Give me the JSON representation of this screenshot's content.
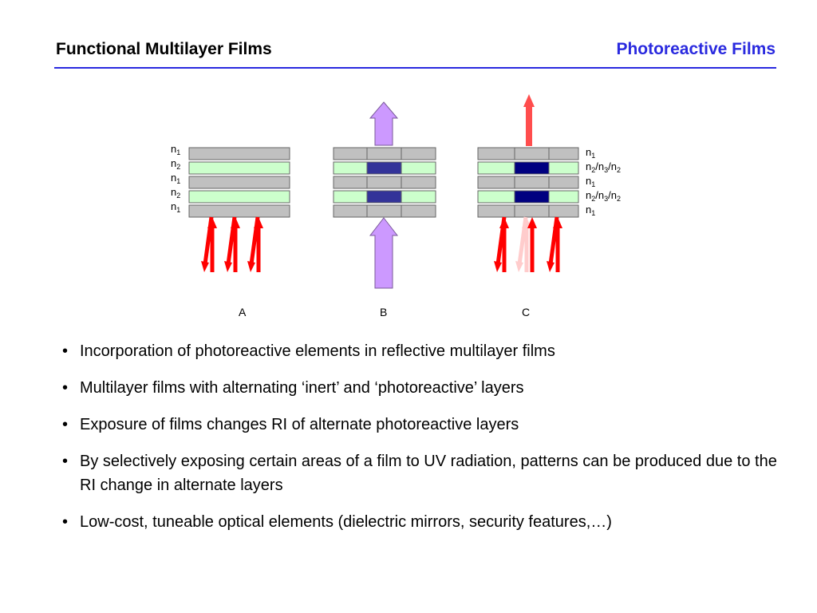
{
  "header": {
    "title_left": "Functional Multilayer Films",
    "title_right": "Photoreactive Films"
  },
  "diagram": {
    "panel_a": {
      "caption": "A",
      "layer_labels": [
        {
          "base": "n",
          "sub": "1"
        },
        {
          "base": "n",
          "sub": "2"
        },
        {
          "base": "n",
          "sub": "1"
        },
        {
          "base": "n",
          "sub": "2"
        },
        {
          "base": "n",
          "sub": "1"
        }
      ]
    },
    "panel_b": {
      "caption": "B"
    },
    "panel_c": {
      "caption": "C",
      "layer_labels": [
        {
          "parts": [
            {
              "t": "n"
            },
            {
              "s": "1"
            }
          ]
        },
        {
          "parts": [
            {
              "t": "n"
            },
            {
              "s": "2"
            },
            {
              "t": "/n"
            },
            {
              "s": "3"
            },
            {
              "t": "/n"
            },
            {
              "s": "2"
            }
          ]
        },
        {
          "parts": [
            {
              "t": "n"
            },
            {
              "s": "1"
            }
          ]
        },
        {
          "parts": [
            {
              "t": "n"
            },
            {
              "s": "2"
            },
            {
              "t": "/n"
            },
            {
              "s": "3"
            },
            {
              "t": "/n"
            },
            {
              "s": "2"
            }
          ]
        },
        {
          "parts": [
            {
              "t": "n"
            },
            {
              "s": "1"
            }
          ]
        }
      ]
    },
    "colors": {
      "layer_n1": "#c0c0c0",
      "layer_n2": "#ccffcc",
      "patterned_b": "#333399",
      "patterned_c": "#000080",
      "uv_arrow": "#cc99ff",
      "reflect_arrow": "#ff0000",
      "faint_arrow": "#ffcccc",
      "output_arrow_c": "#ff4d4d"
    }
  },
  "bullets": [
    "Incorporation of photoreactive elements in reflective multilayer films",
    "Multilayer films with alternating ‘inert’ and ‘photoreactive’ layers",
    "Exposure of films changes RI of alternate photoreactive layers",
    "By selectively exposing certain areas of a film to UV radiation, patterns can be produced due to the RI change in alternate layers",
    "Low-cost, tuneable optical elements (dielectric mirrors, security features,…)"
  ]
}
